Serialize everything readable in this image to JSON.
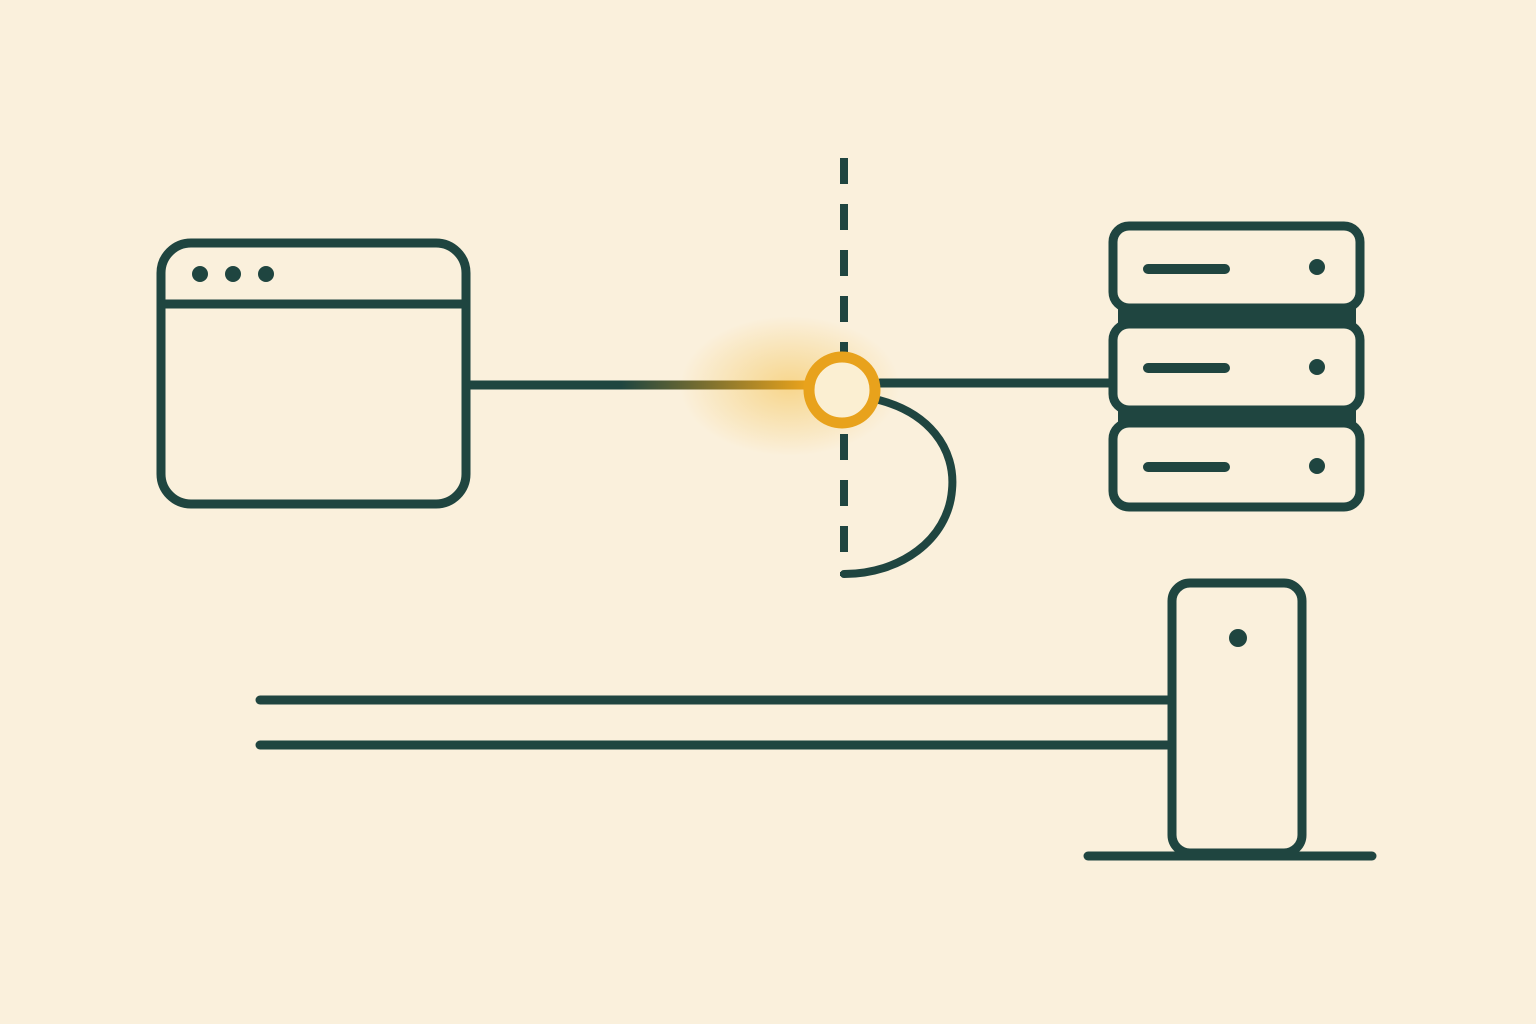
{
  "colors": {
    "background": "#FAF0DC",
    "stroke": "#1F4540",
    "accent": "#E8A21C",
    "accent_glow": "#F5C04A",
    "node_fill": "#FBEFD2"
  },
  "icons": {
    "client": "browser-window-icon",
    "server": "server-stack-icon",
    "gateway": "gateway-node-icon",
    "boundary": "dashed-boundary-line",
    "barrier": "barrier-gate-icon"
  },
  "server_stack": {
    "unit_count": 3
  },
  "browser_window": {
    "titlebar_dots": 3
  }
}
